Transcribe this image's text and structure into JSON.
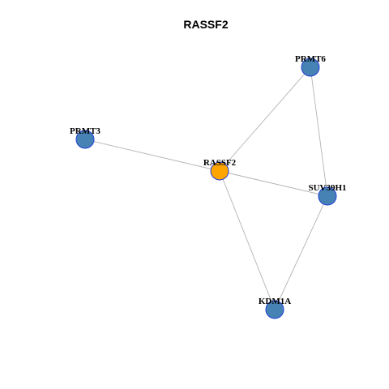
{
  "title": "RASSF2",
  "colors": {
    "focus_node": "#FFA500",
    "neighbor_node": "#4682B4",
    "node_border": "#1F3FD6",
    "edge": "#B3B3B3"
  },
  "graph": {
    "focus": "RASSF2",
    "nodes": [
      "RASSF2",
      "PRMT6",
      "PRMT3",
      "SUV39H1",
      "KDM1A"
    ],
    "edges": [
      [
        "RASSF2",
        "PRMT6"
      ],
      [
        "RASSF2",
        "PRMT3"
      ],
      [
        "RASSF2",
        "SUV39H1"
      ],
      [
        "RASSF2",
        "KDM1A"
      ],
      [
        "PRMT6",
        "SUV39H1"
      ],
      [
        "SUV39H1",
        "KDM1A"
      ]
    ]
  }
}
